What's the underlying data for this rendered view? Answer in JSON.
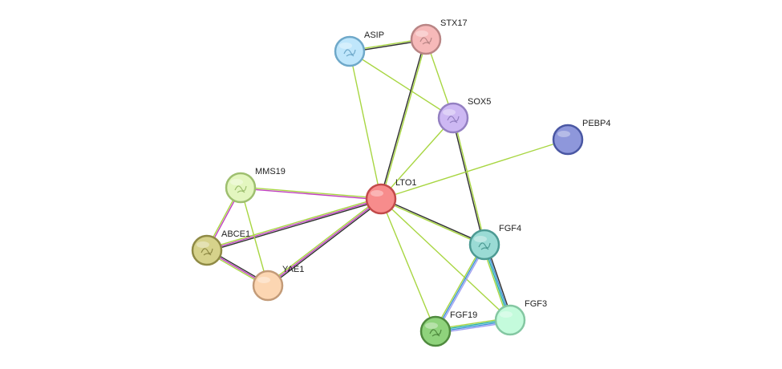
{
  "nodes": [
    {
      "id": "ASIP",
      "fill": "#bfe6fb",
      "stroke": "#6ea8c9"
    },
    {
      "id": "STX17",
      "fill": "#f6b9b9",
      "stroke": "#b98585"
    },
    {
      "id": "SOX5",
      "fill": "#cdb8f3",
      "stroke": "#9480c2"
    },
    {
      "id": "PEBP4",
      "fill": "#8e97db",
      "stroke": "#4a57a3"
    },
    {
      "id": "LTO1",
      "fill": "#f78c8c",
      "stroke": "#c24a4a"
    },
    {
      "id": "MMS19",
      "fill": "#e3f6bf",
      "stroke": "#9ebf6f"
    },
    {
      "id": "ABCE1",
      "fill": "#d6d28b",
      "stroke": "#8f8a45"
    },
    {
      "id": "YAE1",
      "fill": "#fcd6b2",
      "stroke": "#c39b78"
    },
    {
      "id": "FGF4",
      "fill": "#9adbd5",
      "stroke": "#4c9a93"
    },
    {
      "id": "FGF3",
      "fill": "#c4fbdc",
      "stroke": "#84c7a2"
    },
    {
      "id": "FGF19",
      "fill": "#8fd37c",
      "stroke": "#4f8a3e"
    }
  ],
  "edges": [
    {
      "a": "ASIP",
      "b": "STX17",
      "types": [
        "#a8d642",
        "#2f2f2f"
      ]
    },
    {
      "a": "ASIP",
      "b": "SOX5",
      "types": [
        "#a8d642"
      ]
    },
    {
      "a": "ASIP",
      "b": "LTO1",
      "types": [
        "#a8d642"
      ]
    },
    {
      "a": "STX17",
      "b": "SOX5",
      "types": [
        "#a8d642"
      ]
    },
    {
      "a": "STX17",
      "b": "LTO1",
      "types": [
        "#a8d642",
        "#2f2f2f"
      ]
    },
    {
      "a": "SOX5",
      "b": "LTO1",
      "types": [
        "#a8d642"
      ]
    },
    {
      "a": "SOX5",
      "b": "FGF4",
      "types": [
        "#a8d642",
        "#2f2f2f"
      ]
    },
    {
      "a": "PEBP4",
      "b": "LTO1",
      "types": [
        "#a8d642"
      ]
    },
    {
      "a": "LTO1",
      "b": "MMS19",
      "types": [
        "#c040c0",
        "#a8d642"
      ]
    },
    {
      "a": "LTO1",
      "b": "ABCE1",
      "types": [
        "#2f2f2f",
        "#c040c0",
        "#a8d642"
      ]
    },
    {
      "a": "LTO1",
      "b": "YAE1",
      "types": [
        "#2f2f2f",
        "#c040c0",
        "#a8d642"
      ]
    },
    {
      "a": "LTO1",
      "b": "FGF4",
      "types": [
        "#2f2f2f",
        "#a8d642"
      ]
    },
    {
      "a": "LTO1",
      "b": "FGF3",
      "types": [
        "#a8d642"
      ]
    },
    {
      "a": "LTO1",
      "b": "FGF19",
      "types": [
        "#a8d642"
      ]
    },
    {
      "a": "MMS19",
      "b": "ABCE1",
      "types": [
        "#c040c0",
        "#a8d642"
      ]
    },
    {
      "a": "MMS19",
      "b": "YAE1",
      "types": [
        "#a8d642"
      ]
    },
    {
      "a": "ABCE1",
      "b": "YAE1",
      "types": [
        "#2f2f2f",
        "#c040c0",
        "#a8d642"
      ]
    },
    {
      "a": "FGF4",
      "b": "FGF3",
      "types": [
        "#2f2f2f",
        "#3b8fd9",
        "#22b0a0",
        "#a8d642"
      ]
    },
    {
      "a": "FGF4",
      "b": "FGF19",
      "types": [
        "#a0a0f0",
        "#3b8fd9",
        "#a8d642"
      ]
    },
    {
      "a": "FGF3",
      "b": "FGF19",
      "types": [
        "#a0a0f0",
        "#3b8fd9",
        "#22b0a0",
        "#a8d642"
      ]
    }
  ]
}
